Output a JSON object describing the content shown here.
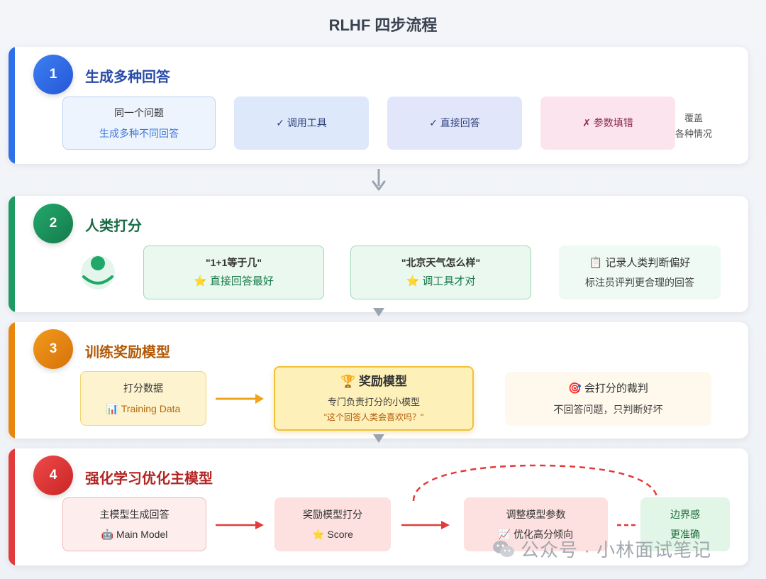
{
  "title": "RLHF 四步流程",
  "step1": {
    "num": "1",
    "title": "生成多种回答",
    "box1": {
      "l1": "同一个问题",
      "l2": "生成多种不同回答"
    },
    "box2": "✓ 调用工具",
    "box3": "✓ 直接回答",
    "box4": "✗ 参数填错",
    "side": {
      "l1": "覆盖",
      "l2": "各种情况"
    }
  },
  "step2": {
    "num": "2",
    "title": "人类打分",
    "box1": {
      "l1": "\"1+1等于几\"",
      "l2": "⭐ 直接回答最好"
    },
    "box2": {
      "l1": "\"北京天气怎么样\"",
      "l2": "⭐ 调工具才对"
    },
    "box3": {
      "l1": "📋 记录人类判断偏好",
      "l2": "标注员评判更合理的回答"
    }
  },
  "step3": {
    "num": "3",
    "title": "训练奖励模型",
    "box1": {
      "l1": "打分数据",
      "l2": "📊 Training Data"
    },
    "box2": {
      "l1": "🏆 奖励模型",
      "l2": "专门负责打分的小模型",
      "l3": "\"这个回答人类会喜欢吗？\""
    },
    "box3": {
      "l1": "🎯 会打分的裁判",
      "l2": "不回答问题，只判断好坏"
    }
  },
  "step4": {
    "num": "4",
    "title": "强化学习优化主模型",
    "box1": {
      "l1": "主模型生成回答",
      "l2": "🤖 Main Model"
    },
    "box2": {
      "l1": "奖励模型打分",
      "l2": "⭐ Score"
    },
    "box3": {
      "l1": "调整模型参数",
      "l2": "📈 优化高分倾向"
    },
    "box4": {
      "l1": "边界感",
      "l2": "更准确"
    }
  },
  "watermark": "公众号 · 小林面试笔记",
  "colors": {
    "step1": "#2f6fe8",
    "step2": "#1f9a63",
    "step3": "#e8860e",
    "step4": "#e23b3b"
  }
}
